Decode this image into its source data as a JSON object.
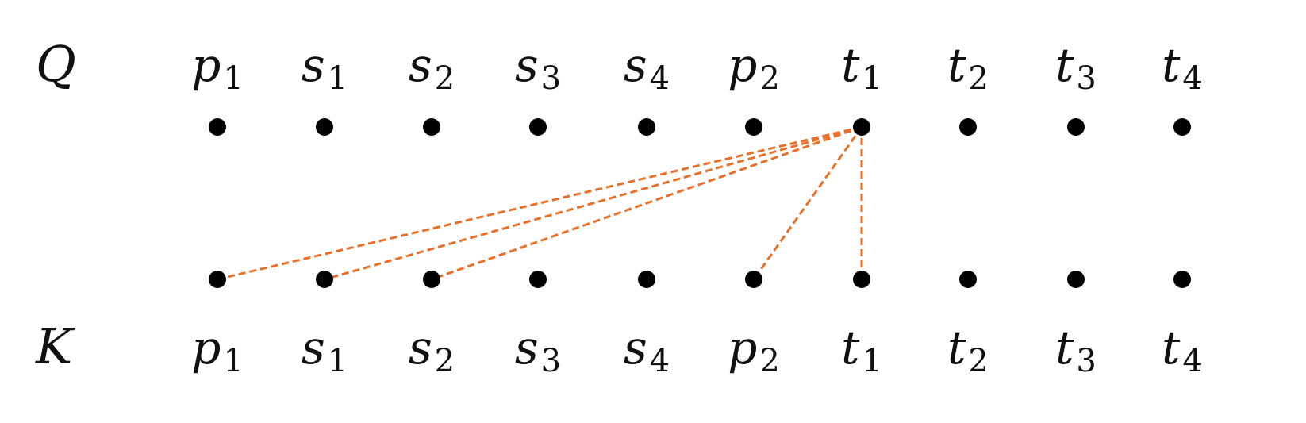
{
  "colors": {
    "connection": "#E8702A",
    "node": "#000000"
  },
  "query_row": {
    "label": "Q",
    "tokens": [
      {
        "base": "p",
        "sub": "1"
      },
      {
        "base": "s",
        "sub": "1"
      },
      {
        "base": "s",
        "sub": "2"
      },
      {
        "base": "s",
        "sub": "3"
      },
      {
        "base": "s",
        "sub": "4"
      },
      {
        "base": "p",
        "sub": "2"
      },
      {
        "base": "t",
        "sub": "1"
      },
      {
        "base": "t",
        "sub": "2"
      },
      {
        "base": "t",
        "sub": "3"
      },
      {
        "base": "t",
        "sub": "4"
      }
    ]
  },
  "key_row": {
    "label": "K",
    "tokens": [
      {
        "base": "p",
        "sub": "1"
      },
      {
        "base": "s",
        "sub": "1"
      },
      {
        "base": "s",
        "sub": "2"
      },
      {
        "base": "s",
        "sub": "3"
      },
      {
        "base": "s",
        "sub": "4"
      },
      {
        "base": "p",
        "sub": "2"
      },
      {
        "base": "t",
        "sub": "1"
      },
      {
        "base": "t",
        "sub": "2"
      },
      {
        "base": "t",
        "sub": "3"
      },
      {
        "base": "t",
        "sub": "4"
      }
    ]
  },
  "connections": [
    {
      "from_query": 6,
      "to_key": 0
    },
    {
      "from_query": 6,
      "to_key": 1
    },
    {
      "from_query": 6,
      "to_key": 2
    },
    {
      "from_query": 6,
      "to_key": 5
    },
    {
      "from_query": 6,
      "to_key": 6
    }
  ]
}
